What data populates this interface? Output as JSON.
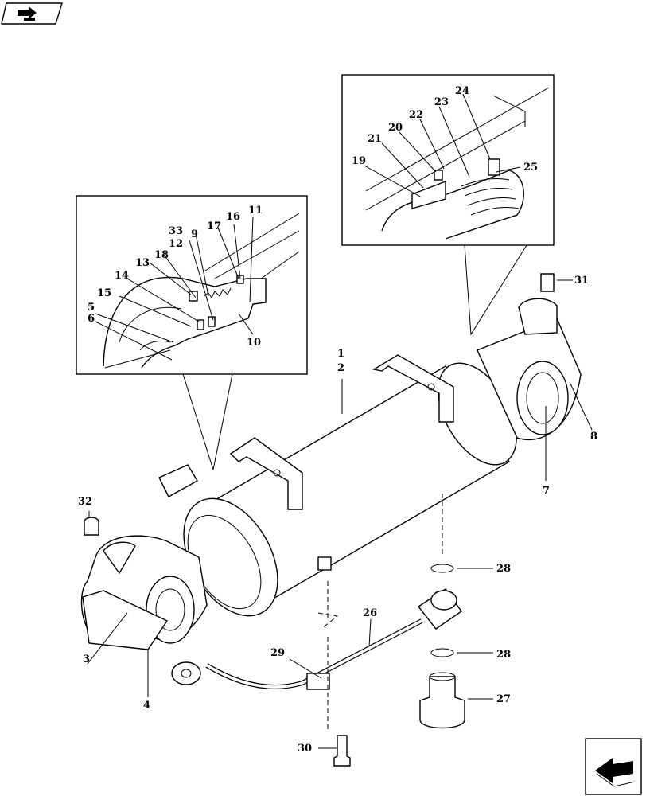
{
  "icons": {
    "top_left": "book-arrow-icon",
    "bottom_right": "next-page-arrow-icon"
  },
  "labels": {
    "p1": "1",
    "p2": "2",
    "p3": "3",
    "p4": "4",
    "p5": "5",
    "p6": "6",
    "p7": "7",
    "p8": "8",
    "p9": "9",
    "p10": "10",
    "p11": "11",
    "p12": "12",
    "p13": "13",
    "p14": "14",
    "p15": "15",
    "p16": "16",
    "p17": "17",
    "p18": "18",
    "p19": "19",
    "p20": "20",
    "p21": "21",
    "p22": "22",
    "p23": "23",
    "p24": "24",
    "p25": "25",
    "p26": "26",
    "p27": "27",
    "p28a": "28",
    "p28b": "28",
    "p29": "29",
    "p30": "30",
    "p31": "31",
    "p32": "32",
    "p33": "33"
  }
}
